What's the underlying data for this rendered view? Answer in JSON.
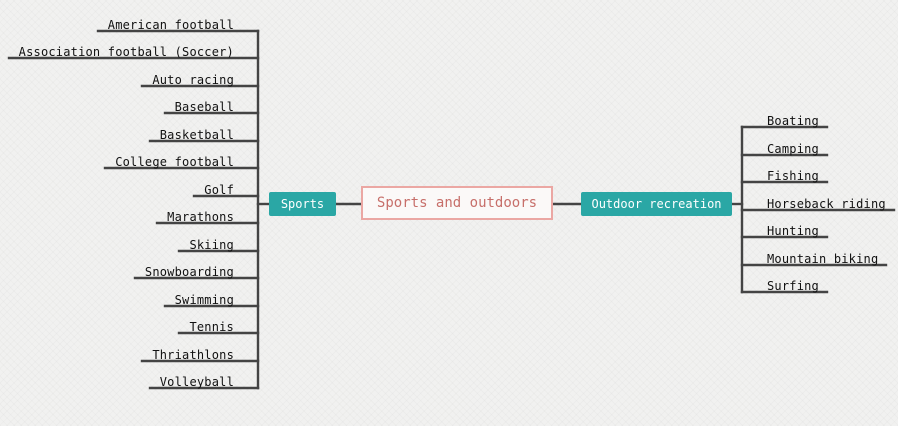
{
  "center": {
    "label": "Sports and outdoors"
  },
  "branches": [
    {
      "label": "Sports",
      "side": "left",
      "leaves": [
        "American football",
        "Association football (Soccer)",
        "Auto racing",
        "Baseball",
        "Basketball",
        "College football",
        "Golf",
        "Marathons",
        "Skiing",
        "Snowboarding",
        "Swimming",
        "Tennis",
        "Thriathlons",
        "Volleyball"
      ]
    },
    {
      "label": "Outdoor recreation",
      "side": "right",
      "leaves": [
        "Boating",
        "Camping",
        "Fishing",
        "Horseback riding",
        "Hunting",
        "Mountain biking",
        "Surfing"
      ]
    }
  ],
  "colors": {
    "hub": "#2aa7a5",
    "center_border": "#eba7a3",
    "center_text": "#c76f6a",
    "lines": "#444444"
  }
}
